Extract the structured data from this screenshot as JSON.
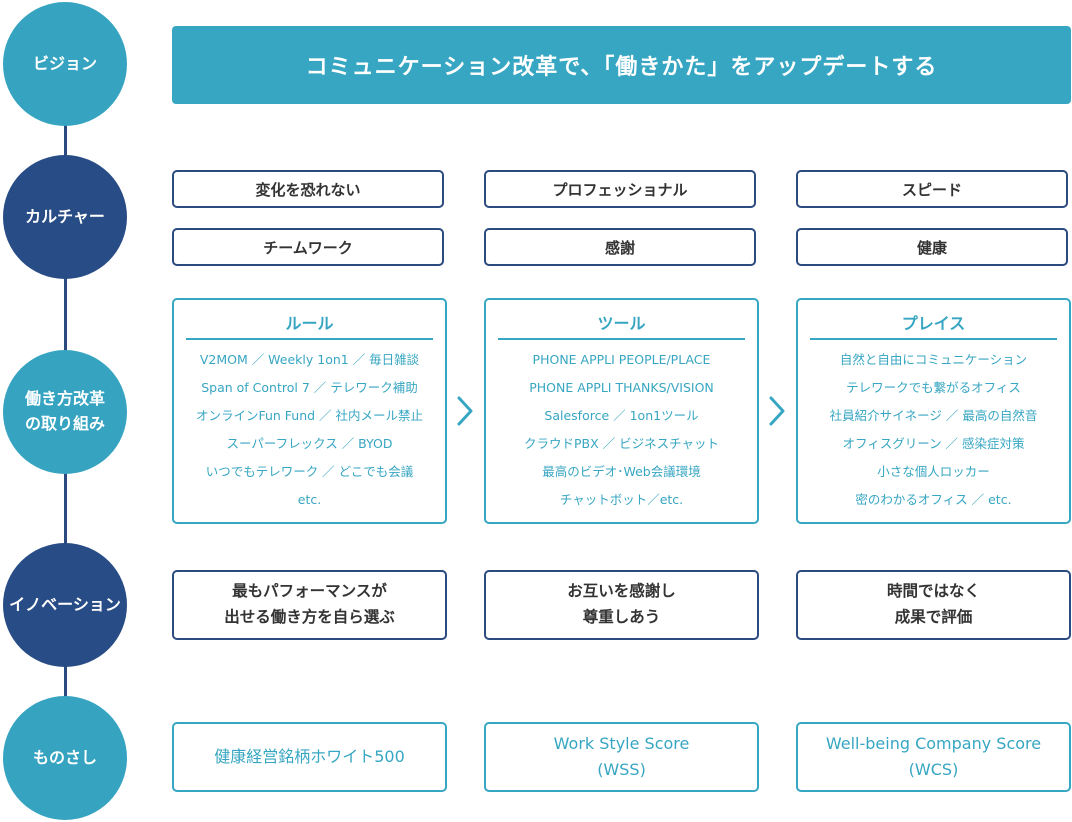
{
  "rows": {
    "vision": "ビジョン",
    "culture": "カルチャー",
    "initiatives": "働き方改革\nの取り組み",
    "innovation": "イノベーション",
    "measures": "ものさし"
  },
  "vision_statement": "コミュニケーション改革で、「働きかた」をアップデートする",
  "culture": {
    "col1": [
      "変化を恐れない",
      "チームワーク"
    ],
    "col2": [
      "プロフェッショナル",
      "感謝"
    ],
    "col3": [
      "スピード",
      "健康"
    ]
  },
  "initiatives": [
    {
      "title": "ルール",
      "items": [
        "V2MOM ／ Weekly 1on1 ／ 毎日雑談",
        "Span of Control 7 ／ テレワーク補助",
        "オンラインFun Fund ／ 社内メール禁止",
        "スーパーフレックス ／ BYOD",
        "いつでもテレワーク ／ どこでも会議",
        "etc."
      ]
    },
    {
      "title": "ツール",
      "items": [
        "PHONE APPLI PEOPLE/PLACE",
        "PHONE APPLI THANKS/VISION",
        "Salesforce ／ 1on1ツール",
        "クラウドPBX ／ ビジネスチャット",
        "最高のビデオ･Web会議環境",
        "チャットボット／etc."
      ]
    },
    {
      "title": "プレイス",
      "items": [
        "自然と自由にコミュニケーション",
        "テレワークでも繋がるオフィス",
        "社員紹介サイネージ ／ 最高の自然音",
        "オフィスグリーン ／ 感染症対策",
        "小さな個人ロッカー",
        "密のわかるオフィス ／ etc."
      ]
    }
  ],
  "innovation": [
    "最もパフォーマンスが\n出せる働き方を自ら選ぶ",
    "お互いを感謝し\n尊重しあう",
    "時間ではなく\n成果で評価"
  ],
  "measures": [
    "健康経営銘柄ホワイト500",
    "Work Style Score\n(WSS)",
    "Well-being Company Score\n(WCS)"
  ],
  "colors": {
    "light_blue": "#37a6c2",
    "dark_blue": "#284c85"
  }
}
